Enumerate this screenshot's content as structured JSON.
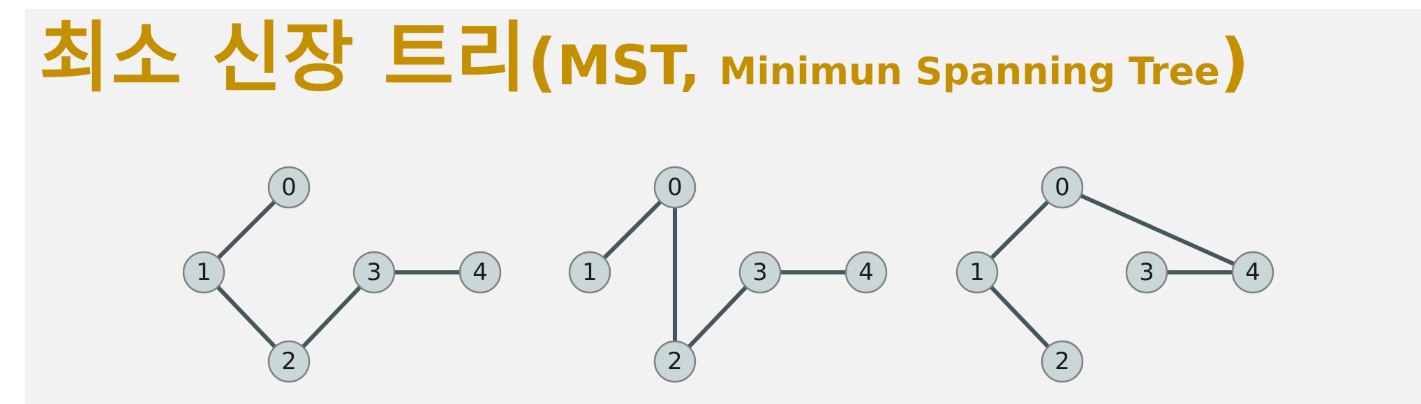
{
  "title": {
    "main": "최소 신장 트리",
    "paren_open": "(",
    "abbr": "MST, ",
    "full": "Minimun Spanning Tree",
    "paren_close": ")"
  },
  "colors": {
    "background": "#f2f2f2",
    "title": "#c49002",
    "edge": "#44575c",
    "node_fill": "#c9d7d8",
    "node_stroke": "#808080"
  },
  "graphs": [
    {
      "name": "graph-1",
      "nodes": [
        {
          "id": "0",
          "label": "0"
        },
        {
          "id": "1",
          "label": "1"
        },
        {
          "id": "2",
          "label": "2"
        },
        {
          "id": "3",
          "label": "3"
        },
        {
          "id": "4",
          "label": "4"
        }
      ],
      "edges": [
        [
          "0",
          "1"
        ],
        [
          "1",
          "2"
        ],
        [
          "2",
          "3"
        ],
        [
          "3",
          "4"
        ]
      ]
    },
    {
      "name": "graph-2",
      "nodes": [
        {
          "id": "0",
          "label": "0"
        },
        {
          "id": "1",
          "label": "1"
        },
        {
          "id": "2",
          "label": "2"
        },
        {
          "id": "3",
          "label": "3"
        },
        {
          "id": "4",
          "label": "4"
        }
      ],
      "edges": [
        [
          "0",
          "1"
        ],
        [
          "0",
          "2"
        ],
        [
          "2",
          "3"
        ],
        [
          "3",
          "4"
        ]
      ]
    },
    {
      "name": "graph-3",
      "nodes": [
        {
          "id": "0",
          "label": "0"
        },
        {
          "id": "1",
          "label": "1"
        },
        {
          "id": "2",
          "label": "2"
        },
        {
          "id": "3",
          "label": "3"
        },
        {
          "id": "4",
          "label": "4"
        }
      ],
      "edges": [
        [
          "0",
          "1"
        ],
        [
          "1",
          "2"
        ],
        [
          "0",
          "4"
        ],
        [
          "3",
          "4"
        ]
      ]
    }
  ]
}
